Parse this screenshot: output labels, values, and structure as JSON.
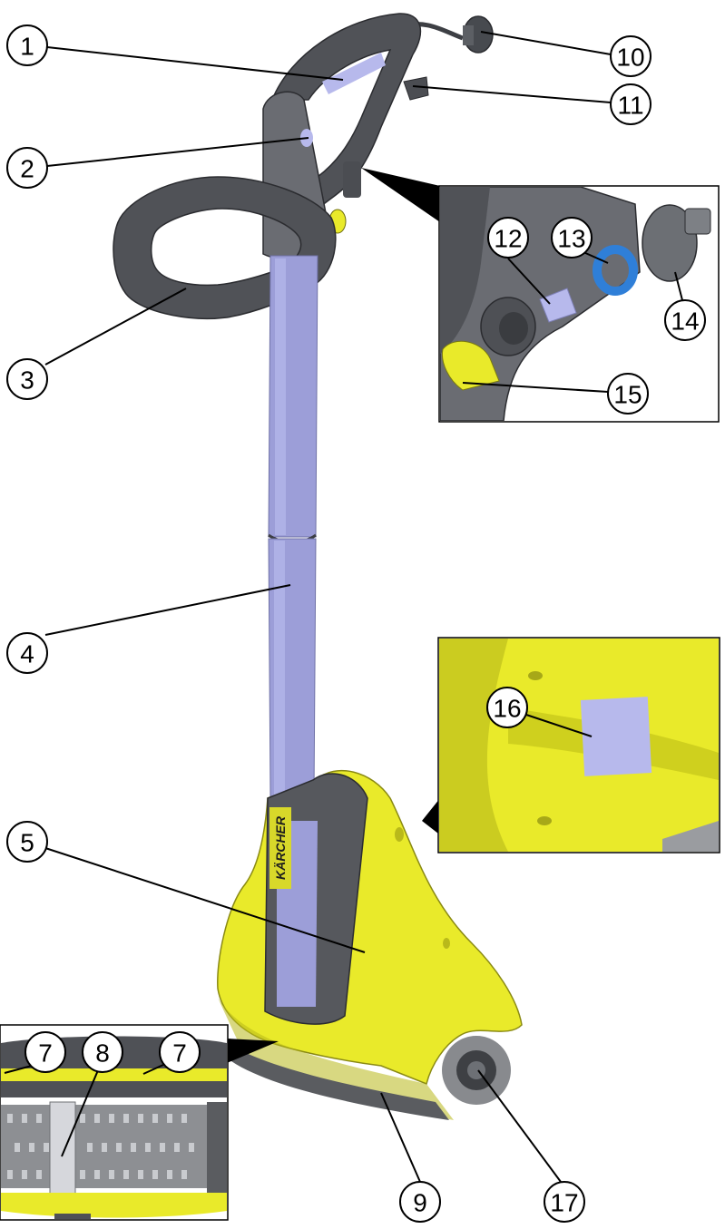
{
  "colors": {
    "handle_dark": "#505257",
    "handle_mid": "#6a6c72",
    "shaft_lavender": "#9c9ed8",
    "shaft_light": "#b7b9ec",
    "housing_yellow": "#e9ea2a",
    "housing_shadow": "#b8b81a",
    "seal_blue": "#2f7fd8",
    "outline": "#000000"
  },
  "brand": {
    "logo_text": "KÄRCHER"
  },
  "callouts": [
    {
      "id": "c1",
      "label": "1"
    },
    {
      "id": "c2",
      "label": "2"
    },
    {
      "id": "c3",
      "label": "3"
    },
    {
      "id": "c4",
      "label": "4"
    },
    {
      "id": "c5",
      "label": "5"
    },
    {
      "id": "c7a",
      "label": "7"
    },
    {
      "id": "c8",
      "label": "8"
    },
    {
      "id": "c7b",
      "label": "7"
    },
    {
      "id": "c9",
      "label": "9"
    },
    {
      "id": "c10",
      "label": "10"
    },
    {
      "id": "c11",
      "label": "11"
    },
    {
      "id": "c12",
      "label": "12"
    },
    {
      "id": "c13",
      "label": "13"
    },
    {
      "id": "c14",
      "label": "14"
    },
    {
      "id": "c15",
      "label": "15"
    },
    {
      "id": "c16",
      "label": "16"
    },
    {
      "id": "c17",
      "label": "17"
    }
  ]
}
